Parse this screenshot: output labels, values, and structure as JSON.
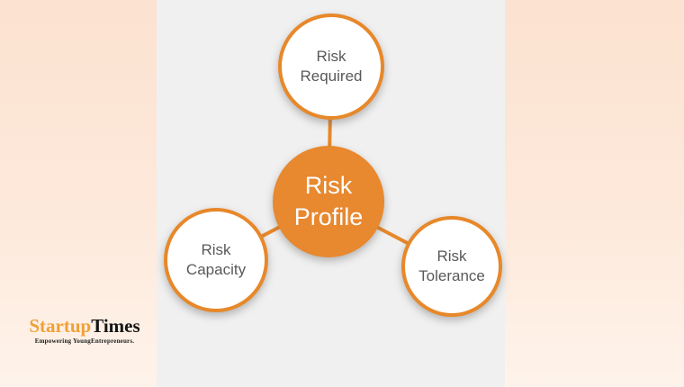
{
  "diagram": {
    "connector_color": "#E7882A",
    "connector_width": "4",
    "center": {
      "line1": "Risk",
      "line2": "Profile"
    },
    "nodes": {
      "required": {
        "line1": "Risk",
        "line2": "Required"
      },
      "capacity": {
        "line1": "Risk",
        "line2": "Capacity"
      },
      "tolerance": {
        "line1": "Risk",
        "line2": "Tolerance"
      }
    },
    "colors": {
      "panel_bg": "#F0F0F0",
      "node_fill": "#FFFFFF",
      "node_border": "#E7882A",
      "node_text": "#595959",
      "center_fill": "#E8882F",
      "center_text": "#FFFFFF"
    }
  },
  "watermark": {
    "brand_part1": "Startup",
    "brand_part2": "Times",
    "tagline": "Empowering YoungEntrepreneurs.",
    "colors": {
      "part1": "#F0A138",
      "part2": "#161616"
    }
  },
  "background": {
    "gradient_top": "#FCE2D0",
    "gradient_bottom": "#FEF3EA"
  }
}
